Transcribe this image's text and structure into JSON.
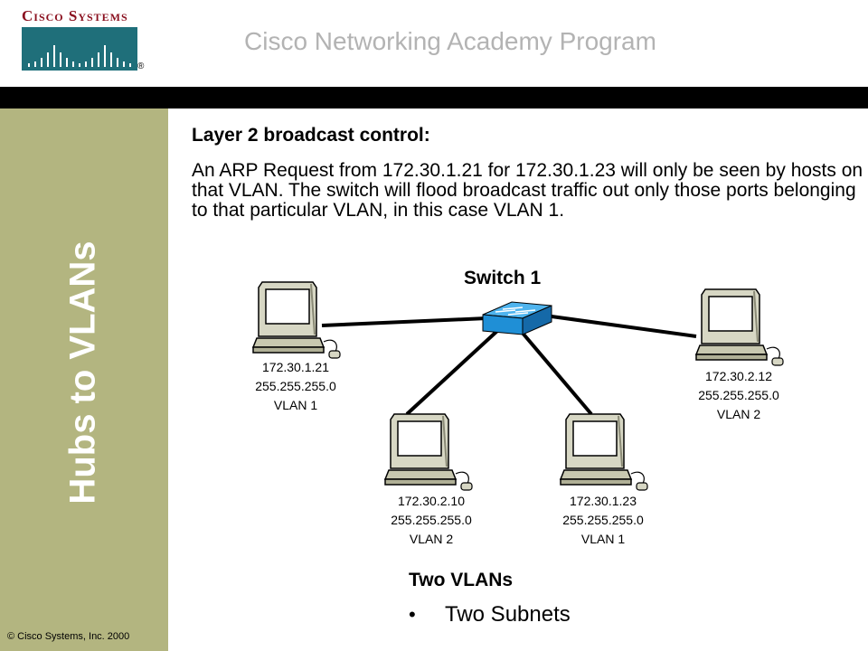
{
  "header": {
    "logo_text": "Cisco Systems",
    "logo_reg": "®",
    "program_title": "Cisco Networking Academy Program"
  },
  "sidebar": {
    "title": "Hubs to VLANs",
    "copyright": "© Cisco Systems, Inc. 2000"
  },
  "content": {
    "heading": "Layer 2 broadcast control:",
    "paragraph": "An ARP Request from 172.30.1.21 for 172.30.1.23 will only be seen by hosts on that VLAN.  The switch will flood broadcast traffic out only those ports belonging to that particular VLAN, in this case VLAN 1."
  },
  "diagram": {
    "switch_label": "Switch 1",
    "hosts": [
      {
        "ip": "172.30.1.21",
        "mask": "255.255.255.0",
        "vlan": "VLAN 1"
      },
      {
        "ip": "172.30.2.10",
        "mask": "255.255.255.0",
        "vlan": "VLAN 2"
      },
      {
        "ip": "172.30.1.23",
        "mask": "255.255.255.0",
        "vlan": "VLAN 1"
      },
      {
        "ip": "172.30.2.12",
        "mask": "255.255.255.0",
        "vlan": "VLAN 2"
      }
    ]
  },
  "summary": {
    "title": "Two VLANs",
    "bullet": "•",
    "item": "Two Subnets"
  },
  "colors": {
    "logo_red": "#8a0f1e",
    "logo_teal": "#1f6f7a",
    "sidebar": "#b3b580",
    "switch_blue": "#1f8fd6",
    "computer_beige": "#c8c8b0"
  },
  "icons": [
    "switch-icon",
    "computer-icon"
  ]
}
